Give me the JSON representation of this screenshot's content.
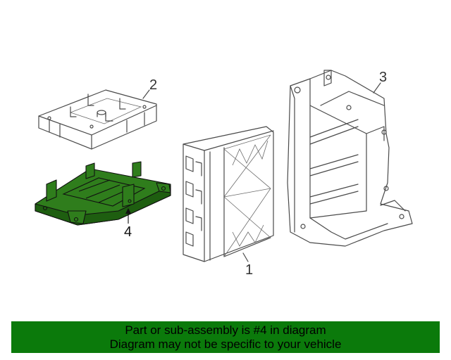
{
  "callouts": {
    "part1": "1",
    "part2": "2",
    "part3": "3",
    "part4": "4"
  },
  "highlight_color": "#2f7d1c",
  "banner": {
    "line1": "Part or sub-assembly is #4 in diagram",
    "line2": "Diagram may not be specific to your vehicle",
    "color": "#0b7a0b"
  }
}
